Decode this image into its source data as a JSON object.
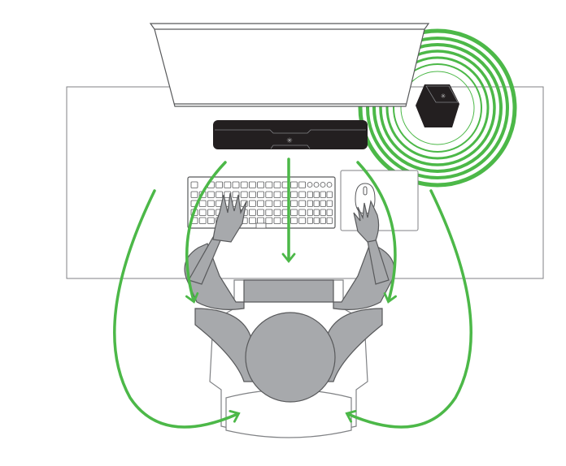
{
  "diagram": {
    "colors": {
      "sound_wave": "#4cb848",
      "device": "#231f20",
      "person": "#a7a9ac",
      "outline": "#6d6e71"
    },
    "logo_text": "Razer",
    "elements": [
      "monitor",
      "desk",
      "soundbar",
      "subwoofer",
      "keyboard",
      "mousepad",
      "mouse",
      "person",
      "chair"
    ]
  }
}
